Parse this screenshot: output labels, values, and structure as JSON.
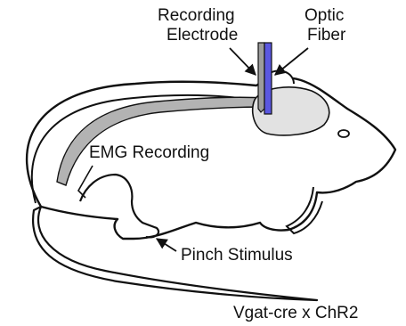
{
  "labels": {
    "recording_electrode_line1": "Recording",
    "recording_electrode_line2": "Electrode",
    "optic_fiber_line1": "Optic",
    "optic_fiber_line2": "Fiber",
    "emg_recording": "EMG Recording",
    "pinch_stimulus": "Pinch Stimulus",
    "genotype": "Vgat-cre x ChR2"
  },
  "colors": {
    "outline": "#111111",
    "spinal_cord": "#b3b3b3",
    "brain": "#e2e2e2",
    "electrode": "#9c9c9c",
    "optic_fiber": "#5a57e0"
  }
}
